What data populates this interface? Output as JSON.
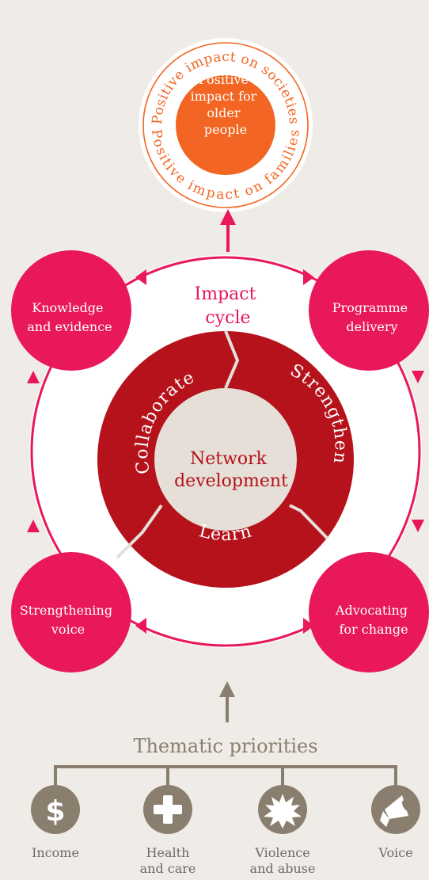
{
  "outcome": {
    "center_text": "Positive impact for older people",
    "center_lines": [
      "Positive",
      "impact for",
      "older",
      "people"
    ],
    "ring_top": "Positive impact on societies",
    "ring_bottom": "Positive impact on families"
  },
  "cycle": {
    "title_lines": [
      "Impact",
      "cycle"
    ],
    "nodes": [
      {
        "lines": [
          "Knowledge",
          "and evidence"
        ]
      },
      {
        "lines": [
          "Programme",
          "delivery"
        ]
      },
      {
        "lines": [
          "Strengthening",
          "voice"
        ]
      },
      {
        "lines": [
          "Advocating",
          "for change"
        ]
      }
    ]
  },
  "network": {
    "center_lines": [
      "Network",
      "development"
    ],
    "segments": [
      "Collaborate",
      "Strengthen",
      "Learn"
    ]
  },
  "thematic": {
    "title": "Thematic priorities",
    "items": [
      {
        "icon": "dollar-icon",
        "lines": [
          "Income"
        ]
      },
      {
        "icon": "medical-cross-icon",
        "lines": [
          "Health",
          "and care"
        ]
      },
      {
        "icon": "burst-icon",
        "lines": [
          "Violence",
          "and abuse"
        ]
      },
      {
        "icon": "megaphone-icon",
        "lines": [
          "Voice"
        ]
      }
    ]
  },
  "colors": {
    "background": "#efebe6",
    "magenta": "#e8185a",
    "dark_red": "#b5121b",
    "orange": "#f26522",
    "taupe": "#8a7f6f",
    "center_fill": "#e6dfd8"
  }
}
